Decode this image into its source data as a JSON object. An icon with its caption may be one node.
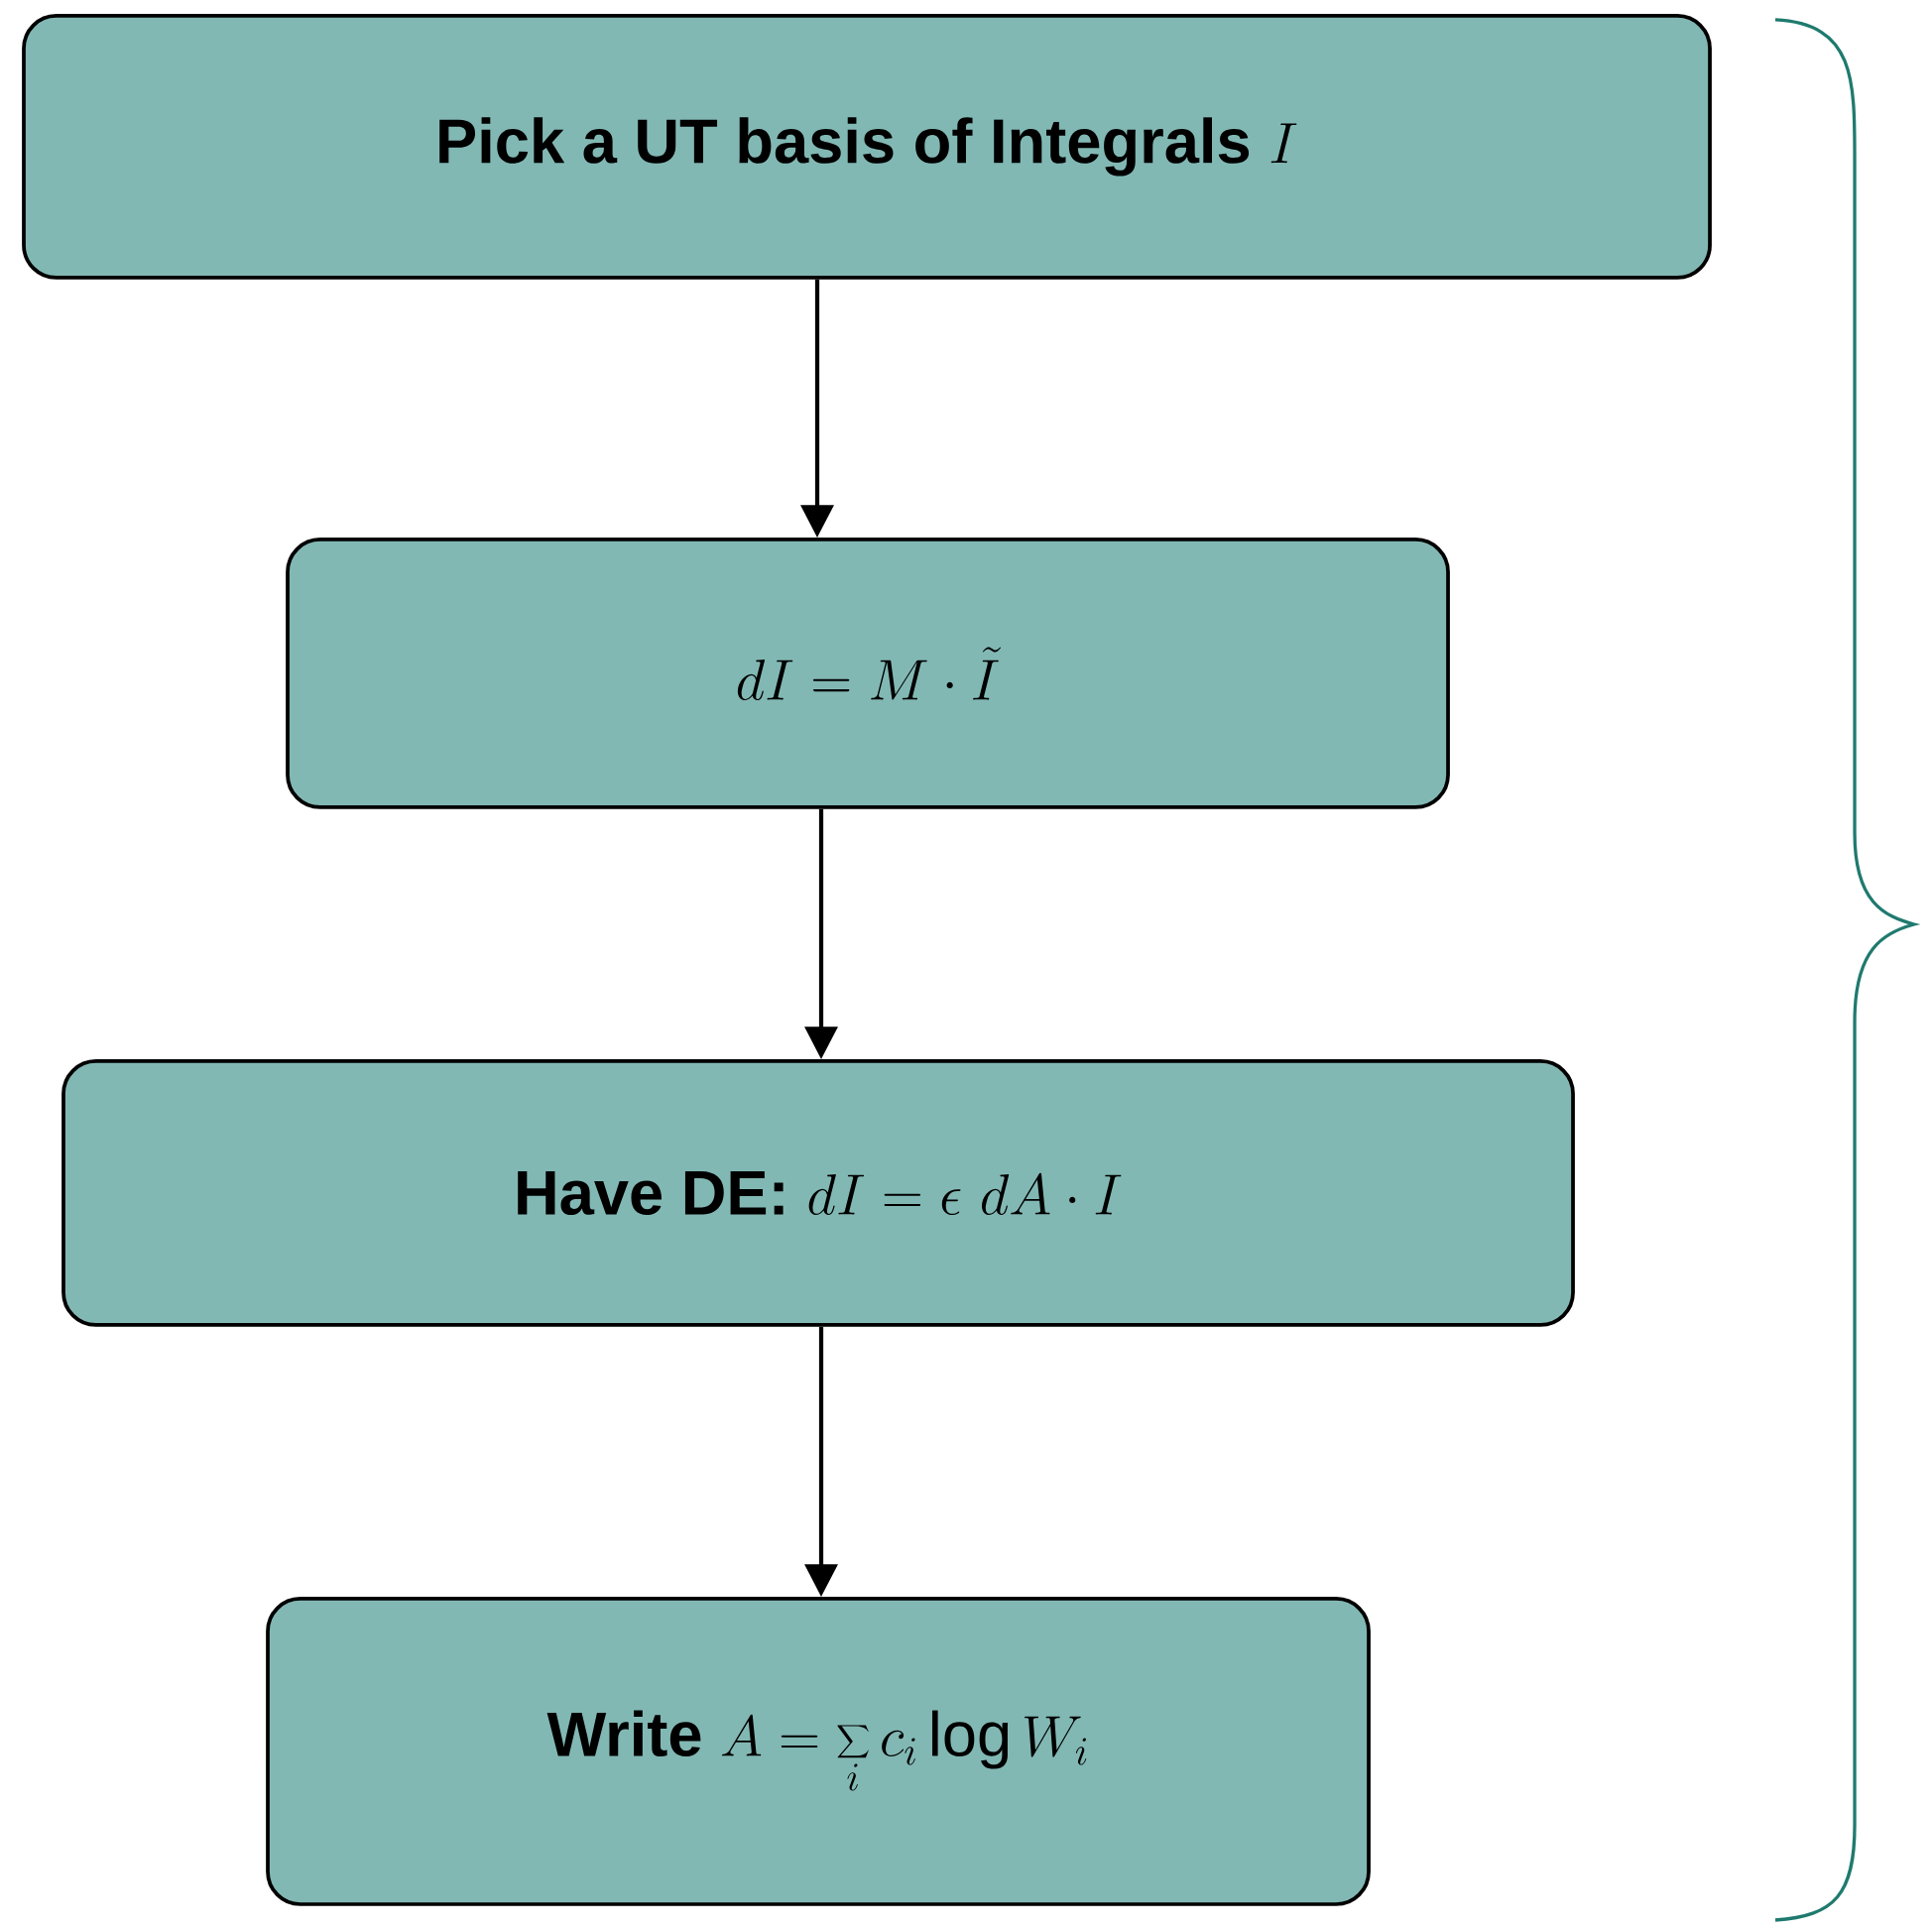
{
  "diagram": {
    "nodes": [
      {
        "text": [
          "Pick a UT basis of Integrals",
          "I"
        ]
      },
      {
        "text": [
          "dI = M \\cdot \\tilde{I}"
        ]
      },
      {
        "text": [
          "Have DE:",
          "dI = \\epsilon\\ dA \\cdot I"
        ]
      },
      {
        "text": [
          "Write",
          "A = \\sum_i c_i \\log W_i"
        ]
      }
    ],
    "edges": [
      {
        "from": 0,
        "to": 1,
        "arrow": "to"
      },
      {
        "from": 1,
        "to": 2,
        "arrow": "to"
      },
      {
        "from": 2,
        "to": 3,
        "arrow": "to"
      }
    ]
  }
}
